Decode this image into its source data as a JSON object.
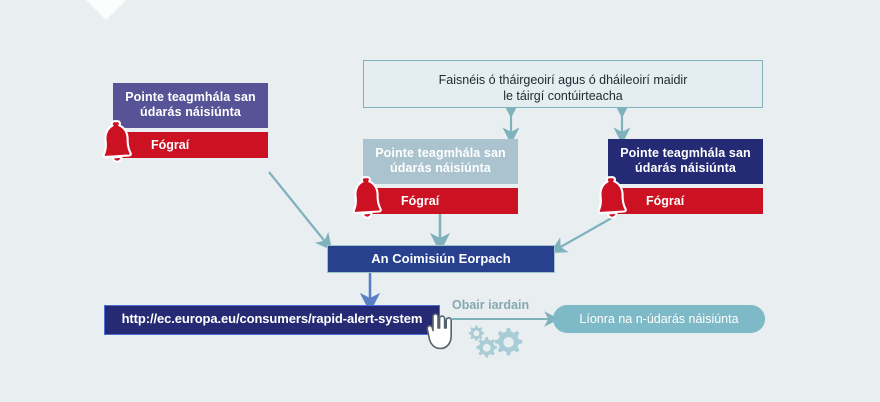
{
  "diagram": {
    "title": "RAPEX rapid alert system flow (Irish)",
    "background_color": "#e9eff1",
    "top_info_box": {
      "line1": "Faisnéis ó tháirgeoirí agus ó dháileoirí maidir",
      "line2": "le táirgí contúirteacha",
      "border_color": "#7fb2bd",
      "fill_color": "#e4edf0"
    },
    "contact_points": [
      {
        "id": "left",
        "header_line1": "Pointe teagmhála san",
        "header_line2": "údarás náisiúnta",
        "header_color": "#565396",
        "alert_label": "Fógraí",
        "alert_color": "#cc1122",
        "icon": "bell-icon",
        "state": "active"
      },
      {
        "id": "middle",
        "header_line1": "Pointe teagmhála san",
        "header_line2": "údarás náisiúnta",
        "header_color": "#aac3ce",
        "alert_label": "Fógraí",
        "alert_color": "#cc1122",
        "icon": "bell-icon",
        "state": "faded"
      },
      {
        "id": "right",
        "header_line1": "Pointe teagmhála san",
        "header_line2": "údarás náisiúnta",
        "header_color": "#252a74",
        "alert_label": "Fógraí",
        "alert_color": "#cc1122",
        "icon": "bell-icon",
        "state": "active"
      }
    ],
    "commission": {
      "label": "An Coimisiún Eorpach",
      "fill_color": "#27418e"
    },
    "url_bar": {
      "label": "http://ec.europa.eu/consumers/rapid-alert-system",
      "fill_color": "#262a74",
      "border_color": "#4a6fd6",
      "cursor": "hand-pointer-icon"
    },
    "followup": {
      "label": "Obair iardain",
      "label_color": "#87a7b2",
      "icon": "gears-icon"
    },
    "network_pill": {
      "label": "Líonra na n-údarás náisiúnta",
      "fill_color": "#7db9c6"
    },
    "arrow_color": "#7fb2bd",
    "corner_notch_color": "#ffffff"
  }
}
